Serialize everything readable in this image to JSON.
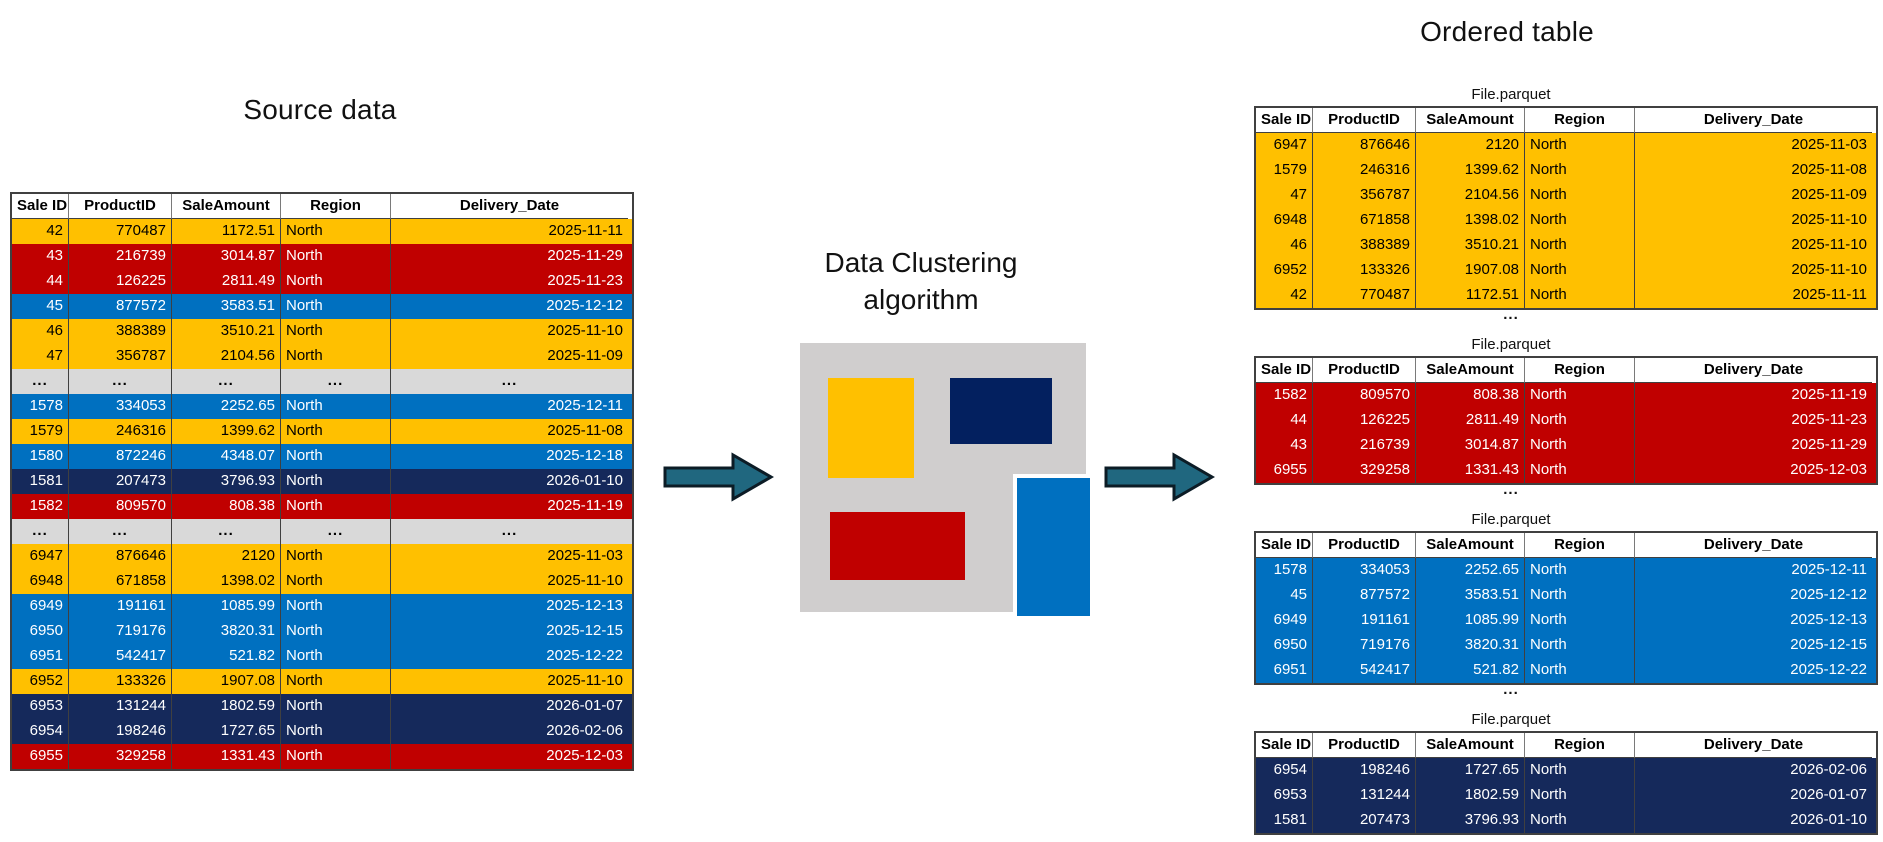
{
  "titles": {
    "source": "Source data",
    "ordered": "Ordered table",
    "algorithm_line1": "Data Clustering",
    "algorithm_line2": "algorithm"
  },
  "separator": "...",
  "columns": [
    "Sale ID",
    "ProductID",
    "SaleAmount",
    "Region",
    "Delivery_Date"
  ],
  "colors": {
    "yellow": "#FFC000",
    "red": "#C00000",
    "blue": "#0070C0",
    "navy": "#15295B",
    "gray_row": "#D9D9D9",
    "cluster_bg": "#D0CECE",
    "cluster_navy": "#03205F",
    "arrow_fill": "#20677F",
    "arrow_stroke": "#0C1C26"
  },
  "source_table": {
    "rows": [
      {
        "color": "yellow",
        "cells": [
          "42",
          "770487",
          "1172.51",
          "North",
          "2025-11-11"
        ]
      },
      {
        "color": "red",
        "cells": [
          "43",
          "216739",
          "3014.87",
          "North",
          "2025-11-29"
        ]
      },
      {
        "color": "red",
        "cells": [
          "44",
          "126225",
          "2811.49",
          "North",
          "2025-11-23"
        ]
      },
      {
        "color": "blue",
        "cells": [
          "45",
          "877572",
          "3583.51",
          "North",
          "2025-12-12"
        ]
      },
      {
        "color": "yellow",
        "cells": [
          "46",
          "388389",
          "3510.21",
          "North",
          "2025-11-10"
        ]
      },
      {
        "color": "yellow",
        "cells": [
          "47",
          "356787",
          "2104.56",
          "North",
          "2025-11-09"
        ]
      },
      {
        "color": "gray",
        "cells": [
          "...",
          "...",
          "...",
          "...",
          "..."
        ]
      },
      {
        "color": "blue",
        "cells": [
          "1578",
          "334053",
          "2252.65",
          "North",
          "2025-12-11"
        ]
      },
      {
        "color": "yellow",
        "cells": [
          "1579",
          "246316",
          "1399.62",
          "North",
          "2025-11-08"
        ]
      },
      {
        "color": "blue",
        "cells": [
          "1580",
          "872246",
          "4348.07",
          "North",
          "2025-12-18"
        ]
      },
      {
        "color": "navy",
        "cells": [
          "1581",
          "207473",
          "3796.93",
          "North",
          "2026-01-10"
        ]
      },
      {
        "color": "red",
        "cells": [
          "1582",
          "809570",
          "808.38",
          "North",
          "2025-11-19"
        ]
      },
      {
        "color": "gray",
        "cells": [
          "...",
          "...",
          "...",
          "...",
          "..."
        ]
      },
      {
        "color": "yellow",
        "cells": [
          "6947",
          "876646",
          "2120",
          "North",
          "2025-11-03"
        ]
      },
      {
        "color": "yellow",
        "cells": [
          "6948",
          "671858",
          "1398.02",
          "North",
          "2025-11-10"
        ]
      },
      {
        "color": "blue",
        "cells": [
          "6949",
          "191161",
          "1085.99",
          "North",
          "2025-12-13"
        ]
      },
      {
        "color": "blue",
        "cells": [
          "6950",
          "719176",
          "3820.31",
          "North",
          "2025-12-15"
        ]
      },
      {
        "color": "blue",
        "cells": [
          "6951",
          "542417",
          "521.82",
          "North",
          "2025-12-22"
        ]
      },
      {
        "color": "yellow",
        "cells": [
          "6952",
          "133326",
          "1907.08",
          "North",
          "2025-11-10"
        ]
      },
      {
        "color": "navy",
        "cells": [
          "6953",
          "131244",
          "1802.59",
          "North",
          "2026-01-07"
        ]
      },
      {
        "color": "navy",
        "cells": [
          "6954",
          "198246",
          "1727.65",
          "North",
          "2026-02-06"
        ]
      },
      {
        "color": "red",
        "cells": [
          "6955",
          "329258",
          "1331.43",
          "North",
          "2025-12-03"
        ]
      }
    ]
  },
  "parquet_files": [
    {
      "label": "File.parquet",
      "color": "yellow",
      "rows": [
        [
          "6947",
          "876646",
          "2120",
          "North",
          "2025-11-03"
        ],
        [
          "1579",
          "246316",
          "1399.62",
          "North",
          "2025-11-08"
        ],
        [
          "47",
          "356787",
          "2104.56",
          "North",
          "2025-11-09"
        ],
        [
          "6948",
          "671858",
          "1398.02",
          "North",
          "2025-11-10"
        ],
        [
          "46",
          "388389",
          "3510.21",
          "North",
          "2025-11-10"
        ],
        [
          "6952",
          "133326",
          "1907.08",
          "North",
          "2025-11-10"
        ],
        [
          "42",
          "770487",
          "1172.51",
          "North",
          "2025-11-11"
        ]
      ]
    },
    {
      "label": "File.parquet",
      "color": "red",
      "rows": [
        [
          "1582",
          "809570",
          "808.38",
          "North",
          "2025-11-19"
        ],
        [
          "44",
          "126225",
          "2811.49",
          "North",
          "2025-11-23"
        ],
        [
          "43",
          "216739",
          "3014.87",
          "North",
          "2025-11-29"
        ],
        [
          "6955",
          "329258",
          "1331.43",
          "North",
          "2025-12-03"
        ]
      ]
    },
    {
      "label": "File.parquet",
      "color": "blue",
      "rows": [
        [
          "1578",
          "334053",
          "2252.65",
          "North",
          "2025-12-11"
        ],
        [
          "45",
          "877572",
          "3583.51",
          "North",
          "2025-12-12"
        ],
        [
          "6949",
          "191161",
          "1085.99",
          "North",
          "2025-12-13"
        ],
        [
          "6950",
          "719176",
          "3820.31",
          "North",
          "2025-12-15"
        ],
        [
          "6951",
          "542417",
          "521.82",
          "North",
          "2025-12-22"
        ]
      ]
    },
    {
      "label": "File.parquet",
      "color": "navy",
      "rows": [
        [
          "6954",
          "198246",
          "1727.65",
          "North",
          "2026-02-06"
        ],
        [
          "6953",
          "131244",
          "1802.59",
          "North",
          "2026-01-07"
        ],
        [
          "1581",
          "207473",
          "3796.93",
          "North",
          "2026-01-10"
        ]
      ]
    }
  ]
}
